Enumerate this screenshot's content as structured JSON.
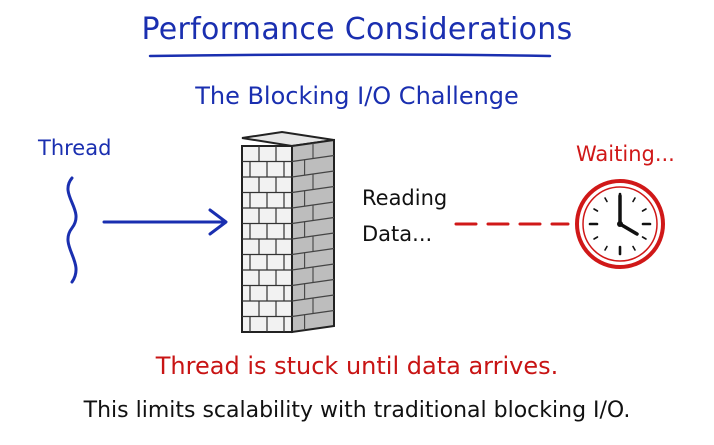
{
  "title": "Performance Considerations",
  "subtitle": "The Blocking I/O Challenge",
  "thread_label": "Thread",
  "reading_label": {
    "line1": "Reading",
    "line2": "Data..."
  },
  "waiting_label": "Waiting...",
  "stuck_message": "Thread is stuck until data arrives.",
  "limits_message": "This limits scalability with traditional blocking I/O.",
  "colors": {
    "blue": "#1a2fb0",
    "red": "#d01818",
    "dark": "#111111"
  },
  "icons": [
    "wavy-thread-icon",
    "arrow-right-icon",
    "brick-wall-icon",
    "dashed-line-icon",
    "clock-icon"
  ]
}
